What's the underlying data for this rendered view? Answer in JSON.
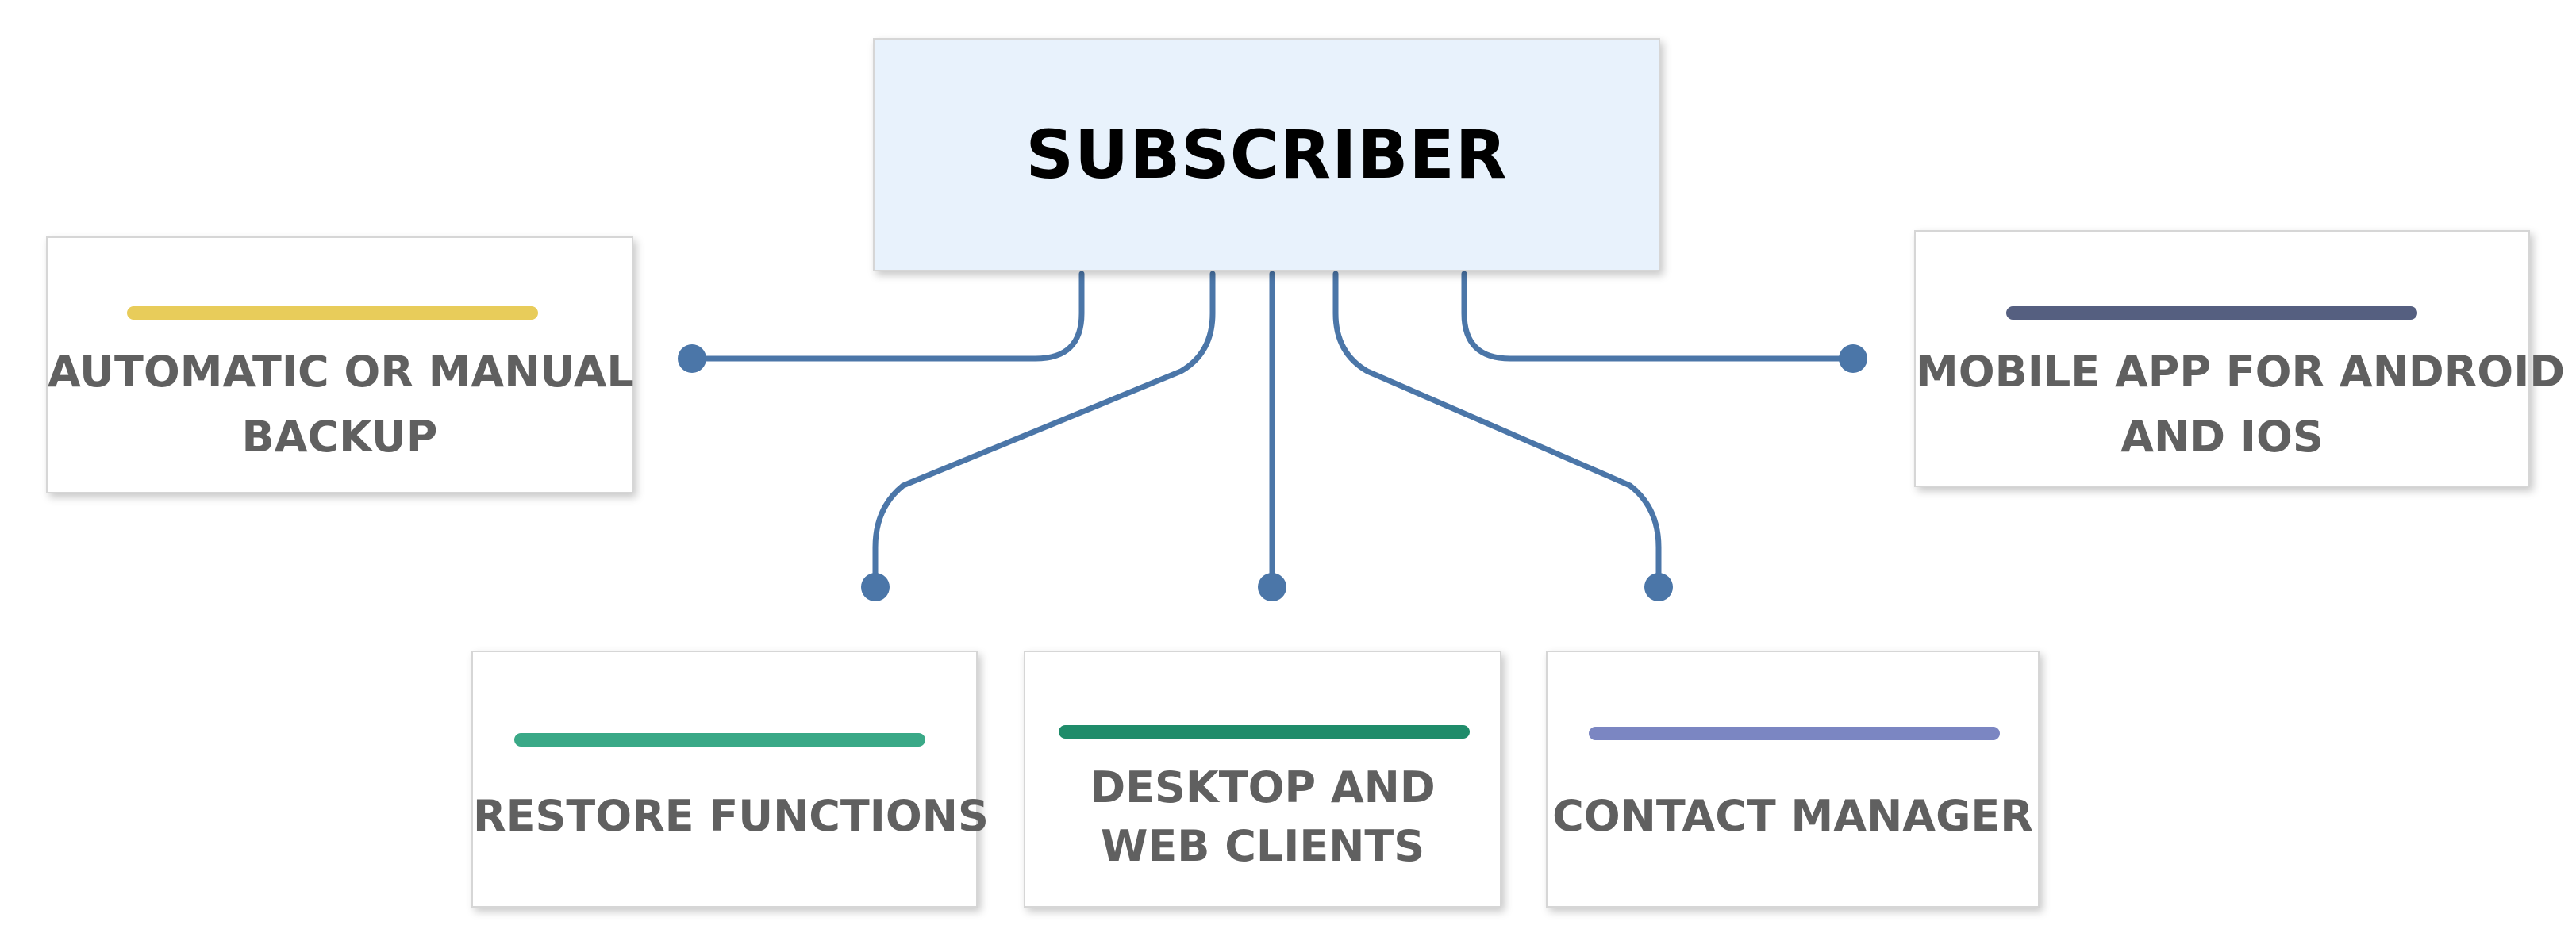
{
  "root": {
    "label": "SUBSCRIBER"
  },
  "items": [
    {
      "line1": "AUTOMATIC OR MANUAL",
      "line2": "BACKUP",
      "accent": "#e8cc5a"
    },
    {
      "line1": "MOBILE APP FOR ANDROID",
      "line2": "AND IOS",
      "accent": "#555f80"
    },
    {
      "line1": "RESTORE FUNCTIONS",
      "line2": "",
      "accent": "#3aa987"
    },
    {
      "line1": "DESKTOP AND",
      "line2": "WEB CLIENTS",
      "accent": "#1f8c6a"
    },
    {
      "line1": "CONTACT MANAGER",
      "line2": "",
      "accent": "#7b86c2"
    }
  ],
  "colors": {
    "connector": "#4b76a8",
    "root_fill": "#e8f2fc"
  }
}
